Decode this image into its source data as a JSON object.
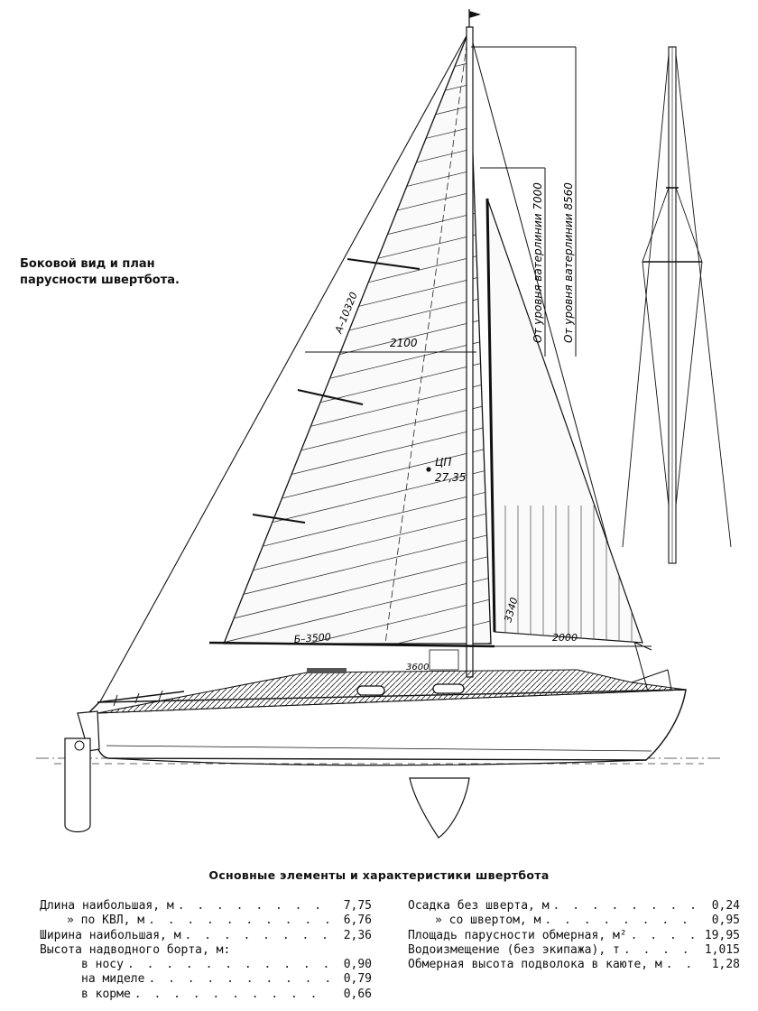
{
  "caption": "Боковой вид и план\nпарусности швертбота.",
  "drawing_labels": {
    "luff": "А–10320",
    "span": "2100",
    "foot": "Б–3500",
    "base": "3600",
    "height_a": "От уровня ватерлинии 7000",
    "height_b": "От уровня ватерлинии 8560",
    "center_name": "ЦП",
    "center_value": "27,35",
    "jib_leech": "3340",
    "jib_foot": "2000"
  },
  "specs": {
    "title": "Основные элементы и характеристики швертбота",
    "left": [
      {
        "label": "Длина наибольшая, м",
        "value": "7,75",
        "indent": ""
      },
      {
        "label": "»   по КВЛ, м",
        "value": "6,76",
        "indent": "ind1"
      },
      {
        "label": "Ширина наибольшая, м",
        "value": "2,36",
        "indent": ""
      },
      {
        "label": "Высота надводного борта, м:",
        "value": "",
        "indent": "",
        "head": true
      },
      {
        "label": "в носу",
        "value": "0,90",
        "indent": "ind2"
      },
      {
        "label": "на миделе",
        "value": "0,79",
        "indent": "ind2"
      },
      {
        "label": "в корме",
        "value": "0,66",
        "indent": "ind2"
      }
    ],
    "right": [
      {
        "label": "Осадка без шверта, м",
        "value": "0,24",
        "indent": ""
      },
      {
        "label": "»   со швертом, м",
        "value": "0,95",
        "indent": "ind3"
      },
      {
        "label": "Площадь парусности обмерная, м²",
        "value": "19,95",
        "indent": ""
      },
      {
        "label": "Водоизмещение (без экипажа), т",
        "value": "1,015",
        "indent": ""
      },
      {
        "label": "Обмерная высота подволока в каюте, м",
        "value": "1,28",
        "indent": ""
      }
    ]
  }
}
